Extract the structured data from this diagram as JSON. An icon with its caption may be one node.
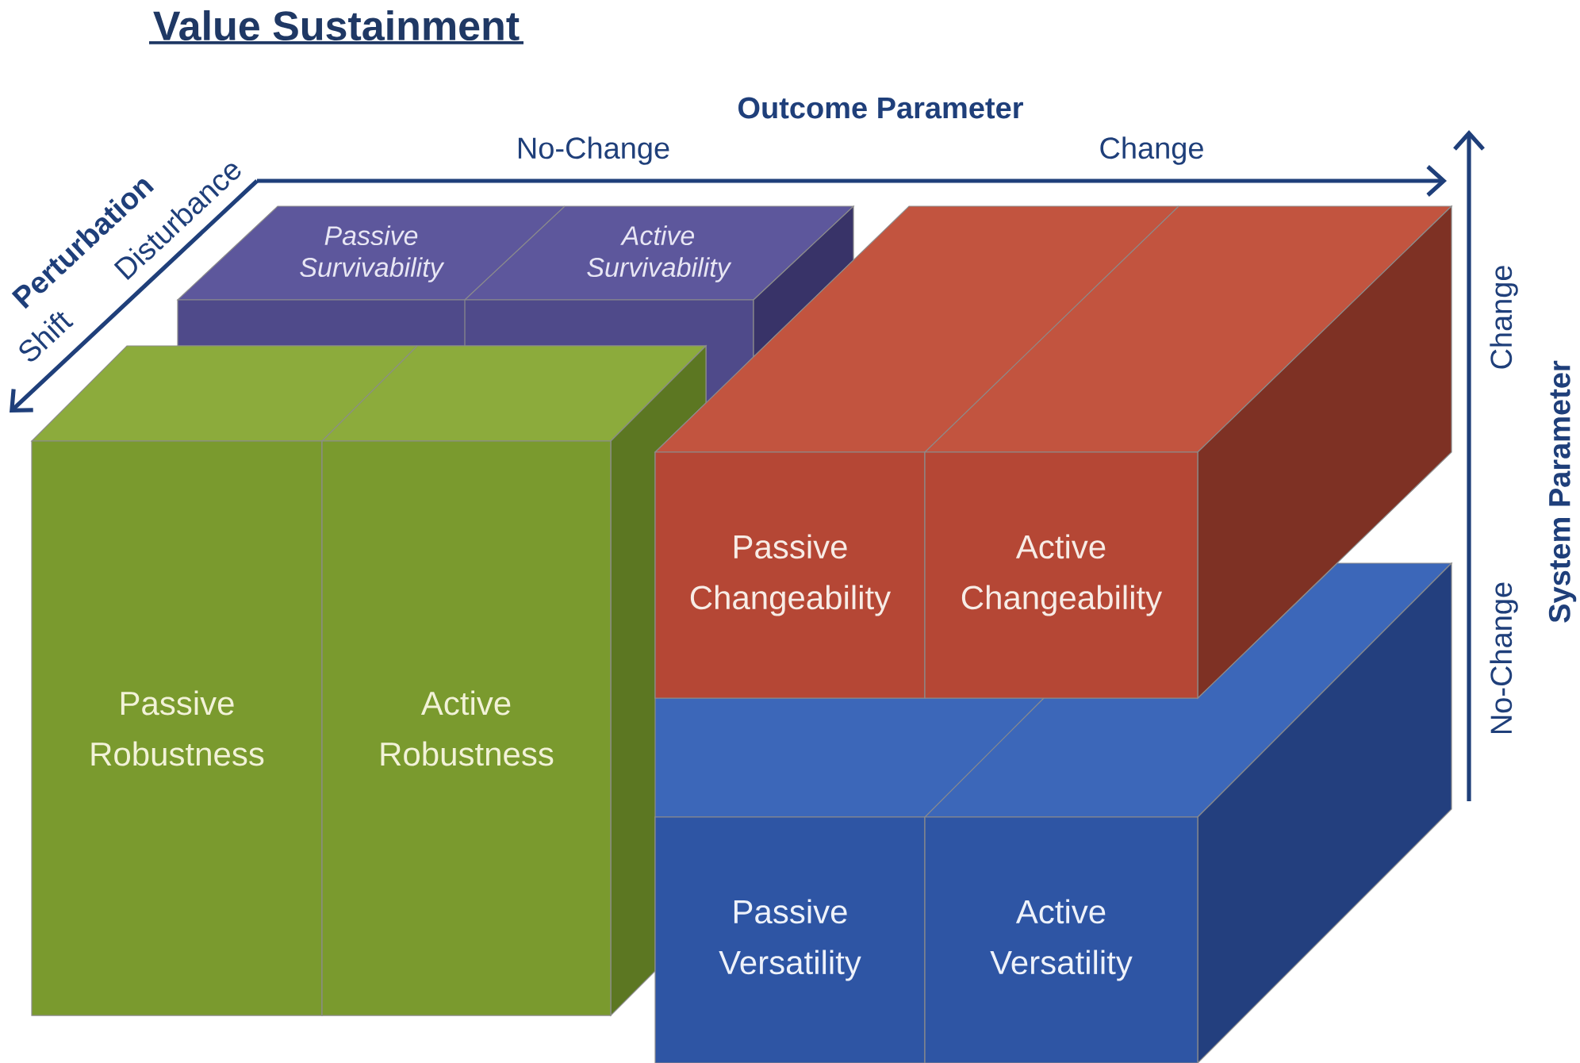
{
  "diagram": {
    "title": "Value Sustainment",
    "nodes": [
      {
        "text": [
          "Passive Survivability"
        ]
      },
      {
        "text": [
          "Active Survivability"
        ]
      },
      {
        "text": [
          "Passive Changeability"
        ]
      },
      {
        "text": [
          "Active Changeability"
        ]
      },
      {
        "text": [
          "Passive Robustness"
        ]
      },
      {
        "text": [
          "Active Robustness"
        ]
      },
      {
        "text": [
          "Passive Versatility"
        ]
      },
      {
        "text": [
          "Active Versatility"
        ]
      }
    ],
    "labels": [
      "Outcome Parameter",
      "Perturbation",
      "Disturbance",
      "No-Change",
      "Change",
      "Shift",
      "Change",
      "System Parameter",
      "No-Change"
    ]
  }
}
